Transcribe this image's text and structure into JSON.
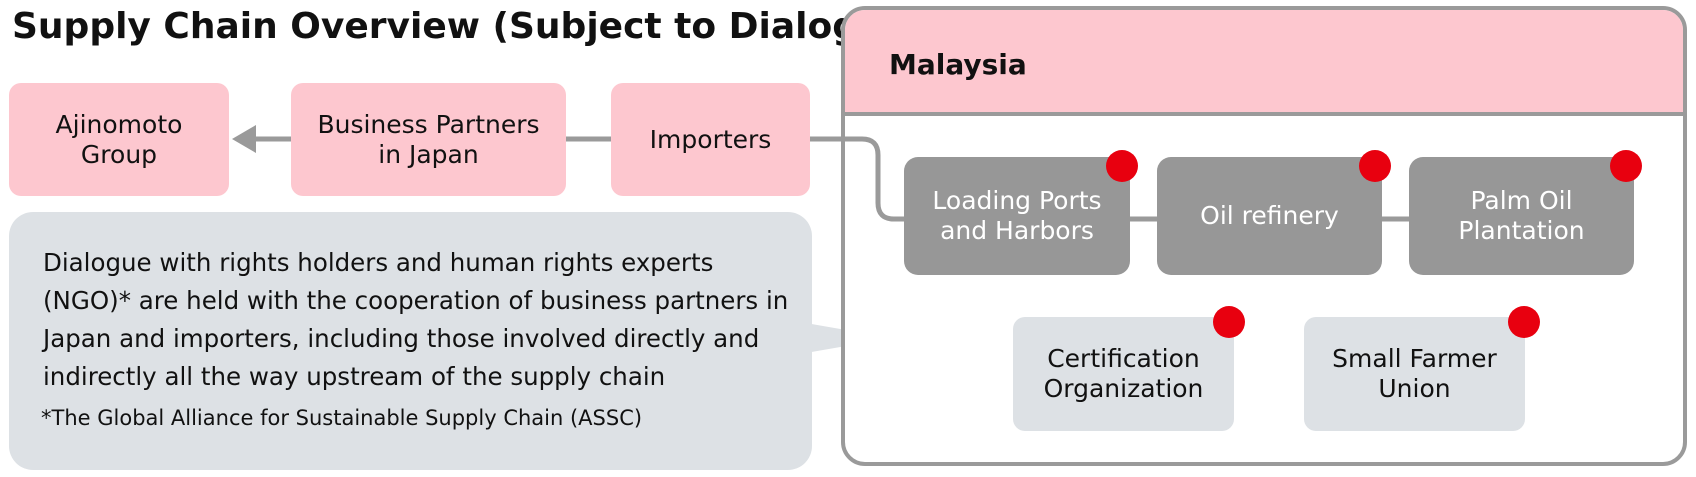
{
  "title": {
    "text_before": "Supply Chain Overview (Subject to Dialogue",
    "text_after": ")",
    "marker_color": "#e8000f"
  },
  "japan_chain": {
    "ajinomoto": "Ajinomoto\nGroup",
    "business_partners": "Business Partners\nin Japan",
    "importers": "Importers"
  },
  "malaysia": {
    "label": "Malaysia",
    "loading_ports": "Loading Ports\nand Harbors",
    "oil_refinery": "Oil refinery",
    "palm_oil": "Palm Oil\nPlantation",
    "certification": "Certification\nOrganization",
    "small_farmer": "Small Farmer\nUnion"
  },
  "callout": {
    "text": "Dialogue with rights holders and human rights experts (NGO)* are held with the cooperation of business partners in Japan and importers, including those involved directly and indirectly all the way upstream of the supply chain",
    "footnote": "*The Global Alliance for Sustainable Supply Chain (ASSC)"
  },
  "colors": {
    "pink": "#fdc7cf",
    "dark_gray": "#979797",
    "light_gray": "#dde1e5",
    "connector": "#9a9a9a",
    "dialogue_red": "#e8000f"
  }
}
